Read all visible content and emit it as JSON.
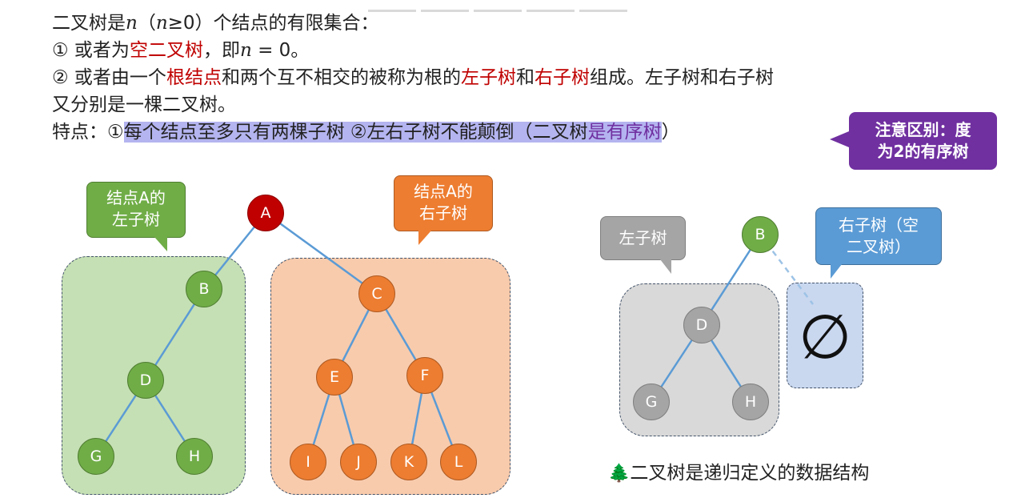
{
  "definition": {
    "line1": {
      "a": "二叉树是",
      "b": "n",
      "c": "（",
      "d": "n",
      "e": "≥0）个结点的有限集合："
    },
    "line2": {
      "a": "① 或者为",
      "b": "空二叉树",
      "c": "，即",
      "d": "n",
      "e": " = 0。"
    },
    "line3": {
      "a": "② 或者由一个",
      "b": "根结点",
      "c": "和两个互不相交的被称为根的",
      "d": "左子树",
      "e": "和",
      "f": "右子树",
      "g": "组成。左子树和右子树"
    },
    "line4": "又分别是一棵二叉树。",
    "line5": {
      "a": "特点：①",
      "b": "每个结点至多只有两棵子树 ②左右子树不能颠倒（二叉树",
      "c": "是有序树",
      "d": "）"
    }
  },
  "callouts": {
    "note": [
      "注意区别：度",
      "为2的有序树"
    ],
    "left_subtree_A": [
      "结点A的",
      "左子树"
    ],
    "right_subtree_A": [
      "结点A的",
      "右子树"
    ],
    "left_subtree_B": "左子树",
    "right_subtree_B": [
      "右子树（空",
      "二叉树）"
    ]
  },
  "tree_A": {
    "nodes": [
      "A",
      "B",
      "C",
      "D",
      "E",
      "F",
      "G",
      "H",
      "I",
      "J",
      "K",
      "L"
    ],
    "edges": [
      [
        "A",
        "B"
      ],
      [
        "A",
        "C"
      ],
      [
        "B",
        "D"
      ],
      [
        "D",
        "G"
      ],
      [
        "D",
        "H"
      ],
      [
        "C",
        "E"
      ],
      [
        "C",
        "F"
      ],
      [
        "E",
        "I"
      ],
      [
        "E",
        "J"
      ],
      [
        "F",
        "K"
      ],
      [
        "F",
        "L"
      ]
    ]
  },
  "tree_B": {
    "nodes": [
      "B",
      "D",
      "G",
      "H"
    ],
    "edges": [
      [
        "B",
        "D"
      ],
      [
        "D",
        "G"
      ],
      [
        "D",
        "H"
      ]
    ],
    "empty_symbol": "∅"
  },
  "caption": {
    "icon": "🌲",
    "text": "二叉树是递归定义的数据结构"
  },
  "colors": {
    "red": "#c00000",
    "purple": "#7030a0",
    "highlight": "#b4b4f0",
    "green": "#70ad47",
    "orange": "#ed7d31",
    "gray": "#a5a5a5",
    "blue": "#5b9bd5",
    "edge": "#5b9bd5"
  }
}
